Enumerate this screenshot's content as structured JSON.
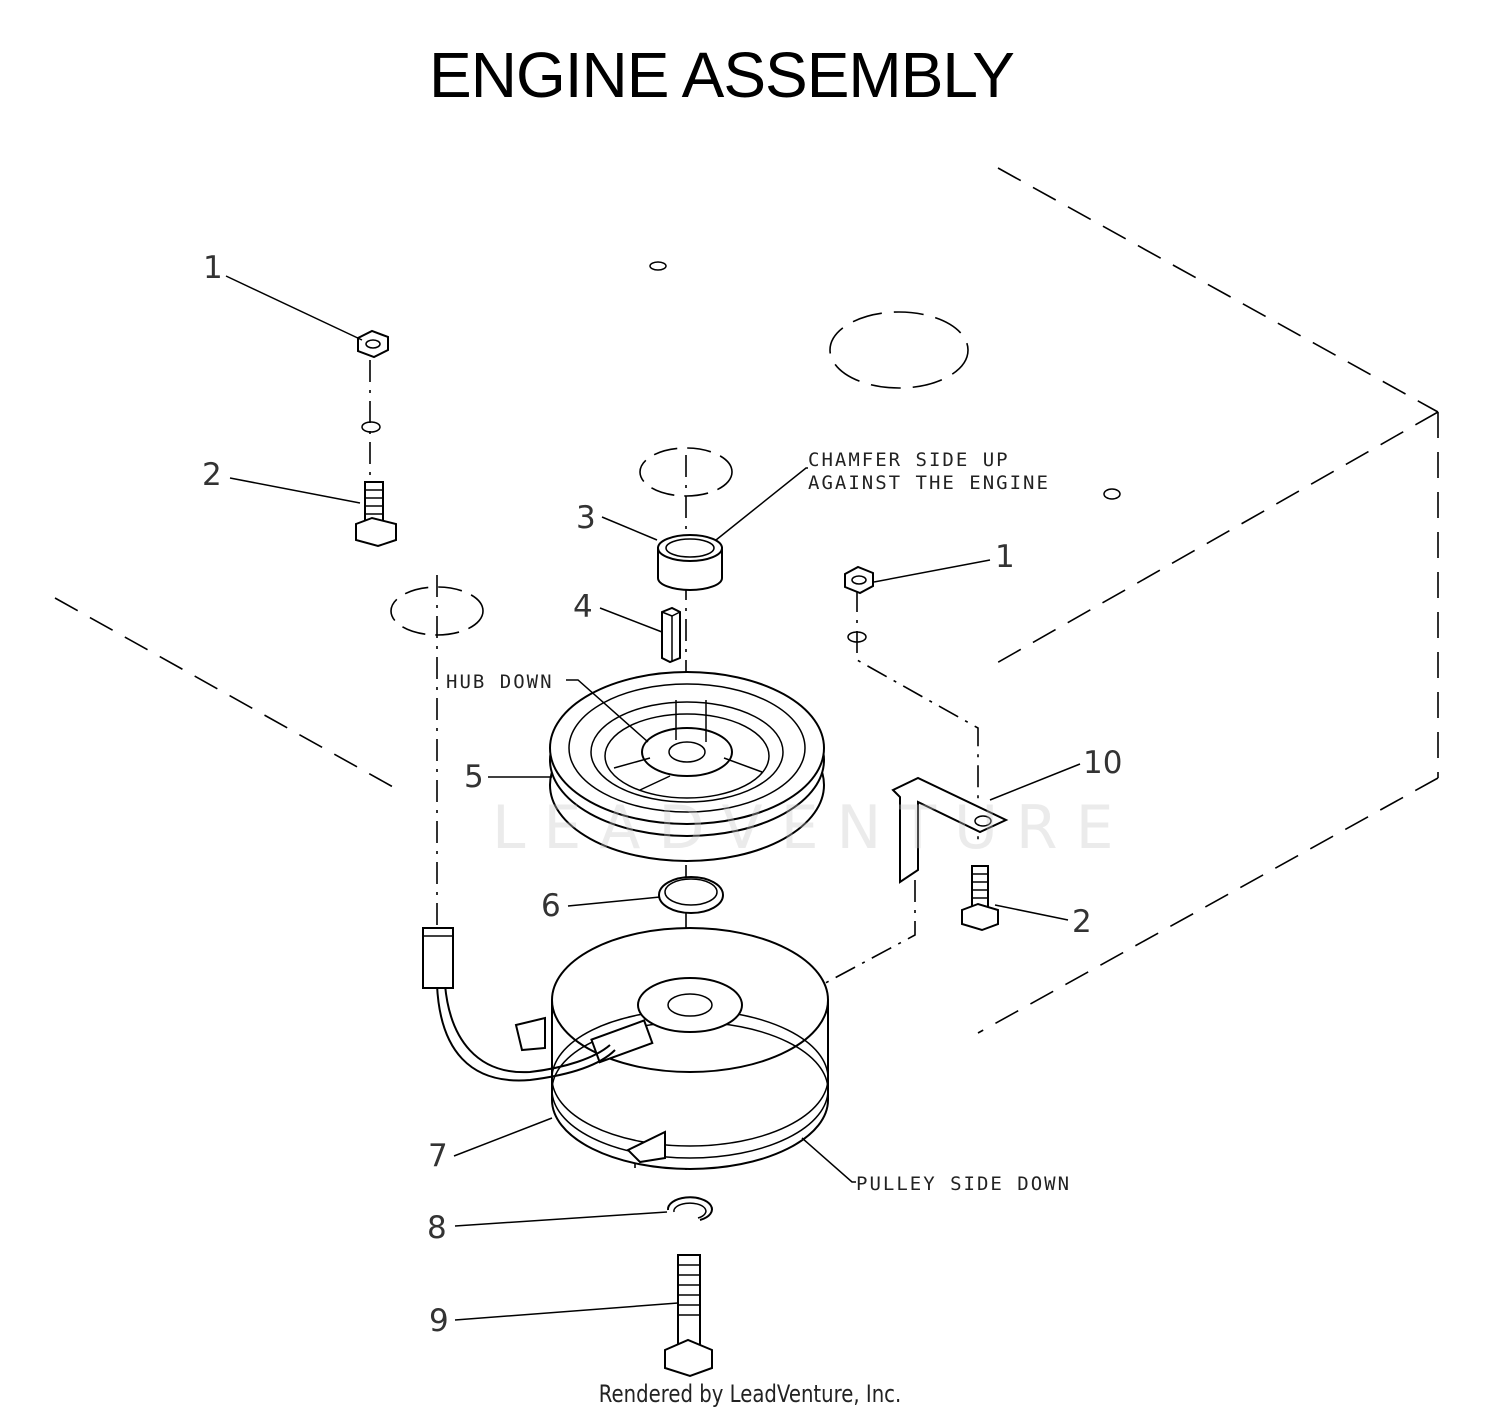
{
  "title": "ENGINE ASSEMBLY",
  "footer": "Rendered by LeadVenture, Inc.",
  "watermark": "LEADVENTURE",
  "callouts": {
    "c1a": "1",
    "c2a": "2",
    "c3": "3",
    "c4": "4",
    "c5": "5",
    "c6": "6",
    "c7": "7",
    "c8": "8",
    "c9": "9",
    "c10": "10",
    "c1b": "1",
    "c2b": "2"
  },
  "notes": {
    "chamfer_line1": "CHAMFER SIDE UP",
    "chamfer_line2": "AGAINST THE ENGINE",
    "hub_down": "HUB DOWN",
    "pulley_side_down": "PULLEY SIDE DOWN"
  }
}
